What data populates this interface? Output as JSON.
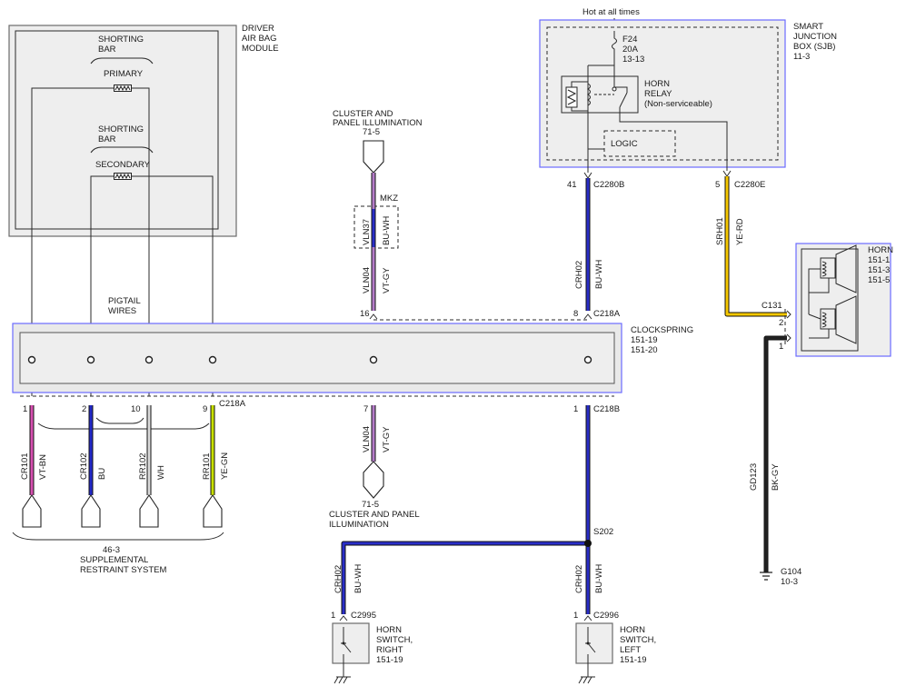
{
  "modules": {
    "airbag": {
      "title": [
        "DRIVER",
        "AIR BAG",
        "MODULE"
      ],
      "shorting_bar_1": [
        "SHORTING",
        "BAR"
      ],
      "primary": "PRIMARY",
      "shorting_bar_2": [
        "SHORTING",
        "BAR"
      ],
      "secondary": "SECONDARY"
    },
    "sjb": {
      "title": [
        "SMART",
        "JUNCTION",
        "BOX (SJB)",
        "11-3"
      ],
      "hot": "Hot at all times",
      "fuse": [
        "F24",
        "20A",
        "13-13"
      ],
      "relay": [
        "HORN",
        "RELAY",
        "(Non-serviceable)"
      ],
      "logic": "LOGIC"
    },
    "clockspring": {
      "title": [
        "CLOCKSPRING",
        "151-19",
        "151-20"
      ],
      "pigtail": [
        "PIGTAIL",
        "WIRES"
      ]
    },
    "horn": {
      "title": [
        "HORN",
        "151-1",
        "151-3",
        "151-5"
      ],
      "connector": "C131",
      "pin2": "2",
      "pin1": "1"
    },
    "cluster_top": {
      "title": [
        "CLUSTER AND",
        "PANEL ILLUMINATION",
        "71-5"
      ],
      "splice": "MKZ"
    },
    "cluster_bottom": {
      "title": [
        "71-5",
        "CLUSTER AND PANEL",
        "ILLUMINATION"
      ]
    },
    "srs": {
      "title": [
        "46-3",
        "SUPPLEMENTAL",
        "RESTRAINT SYSTEM"
      ]
    },
    "switch_right": {
      "title": [
        "HORN",
        "SWITCH,",
        "RIGHT",
        "151-19"
      ],
      "pin": "1",
      "connector": "C2995"
    },
    "switch_left": {
      "title": [
        "HORN",
        "SWITCH,",
        "LEFT",
        "151-19"
      ],
      "pin": "1",
      "connector": "C2996"
    }
  },
  "connectors": {
    "c218a_top_left": {
      "pin": "16",
      "id": ""
    },
    "c218a_top_right": {
      "pin": "8",
      "id": "C218A"
    },
    "c218a_bottom": {
      "pins": [
        "1",
        "2",
        "10",
        "9"
      ],
      "id": "C218A"
    },
    "c218b_cluster": {
      "pin": "7"
    },
    "c218b": {
      "pin": "1",
      "id": "C218B"
    },
    "c2280b": {
      "pin": "41",
      "id": "C2280B"
    },
    "c2280e": {
      "pin": "5",
      "id": "C2280E"
    },
    "s202": "S202",
    "g104": [
      "G104",
      "10-3"
    ]
  },
  "wires": [
    {
      "circuit": "CR101",
      "color": "VT-BN",
      "hex": "#d64fb0"
    },
    {
      "circuit": "CR102",
      "color": "BU",
      "hex": "#2228c8"
    },
    {
      "circuit": "RR102",
      "color": "WH",
      "hex": "#d9d9d9"
    },
    {
      "circuit": "RR101",
      "color": "YE-GN",
      "hex": "#c8e000"
    },
    {
      "circuit": "VLN37",
      "color": "BU-WH",
      "hex": "#2a2ec8"
    },
    {
      "circuit": "VLN04",
      "color": "VT-GY",
      "hex": "#b47cc8"
    },
    {
      "circuit": "VLN04",
      "color": "VT-GY",
      "hex": "#b47cc8"
    },
    {
      "circuit": "CRH02",
      "color": "BU-WH",
      "hex": "#2a2ec8"
    },
    {
      "circuit": "SRH01",
      "color": "YE-RD",
      "hex": "#f6c800"
    },
    {
      "circuit": "CRH02",
      "color": "BU-WH",
      "hex": "#2a2ec8"
    },
    {
      "circuit": "CRH02",
      "color": "BU-WH",
      "hex": "#2a2ec8"
    },
    {
      "circuit": "GD123",
      "color": "BK-GY",
      "hex": "#222222"
    }
  ]
}
